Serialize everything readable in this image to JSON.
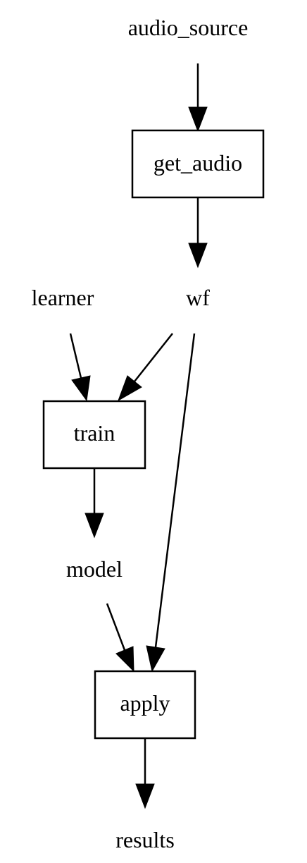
{
  "nodes": {
    "audio_source": "audio_source",
    "get_audio": "get_audio",
    "learner": "learner",
    "wf": "wf",
    "train": "train",
    "model": "model",
    "apply": "apply",
    "results": "results"
  },
  "node_kinds": {
    "audio_source": "plain",
    "get_audio": "box",
    "learner": "plain",
    "wf": "plain",
    "train": "box",
    "model": "plain",
    "apply": "box",
    "results": "plain"
  },
  "edges": [
    {
      "from": "audio_source",
      "to": "get_audio"
    },
    {
      "from": "get_audio",
      "to": "wf"
    },
    {
      "from": "learner",
      "to": "train"
    },
    {
      "from": "wf",
      "to": "train"
    },
    {
      "from": "wf",
      "to": "apply"
    },
    {
      "from": "train",
      "to": "model"
    },
    {
      "from": "model",
      "to": "apply"
    },
    {
      "from": "apply",
      "to": "results"
    }
  ]
}
